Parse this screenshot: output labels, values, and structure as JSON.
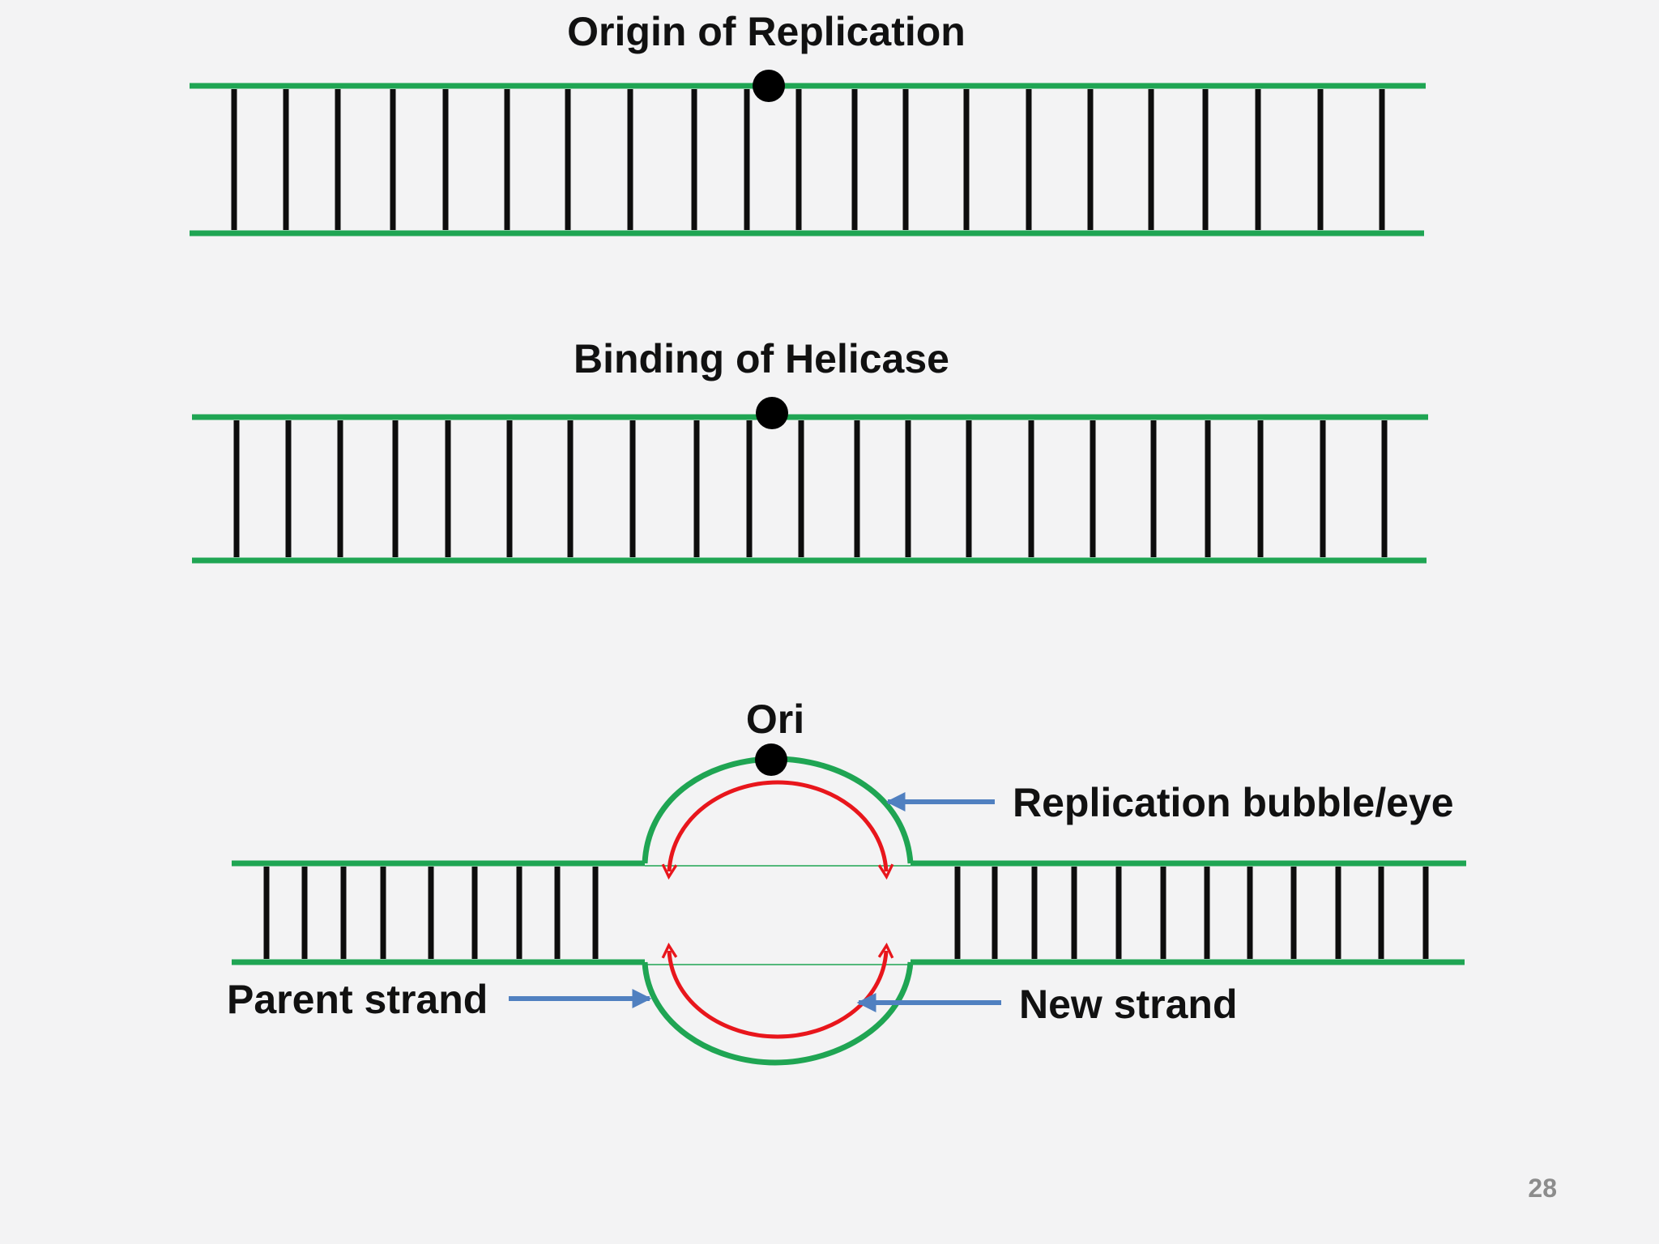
{
  "colors": {
    "background": "#f3f3f4",
    "parent_strand": "#1fa553",
    "base_pair_rung": "#0d0d0d",
    "new_strand": "#e8161c",
    "pointer_arrow": "#5080c0",
    "origin_marker": "#000000",
    "label_text": "#111111",
    "page_number": "#8c8c8c"
  },
  "panels": [
    {
      "id": "origin",
      "title": "Origin of Replication",
      "marker": "origin-dot"
    },
    {
      "id": "helicase",
      "title": "Binding of Helicase",
      "marker": "origin-dot"
    },
    {
      "id": "bubble",
      "title": "Ori",
      "marker": "origin-dot"
    }
  ],
  "callouts": {
    "bubble": "Replication bubble/eye",
    "parent": "Parent strand",
    "new_strand": "New strand"
  },
  "page_number": "28"
}
